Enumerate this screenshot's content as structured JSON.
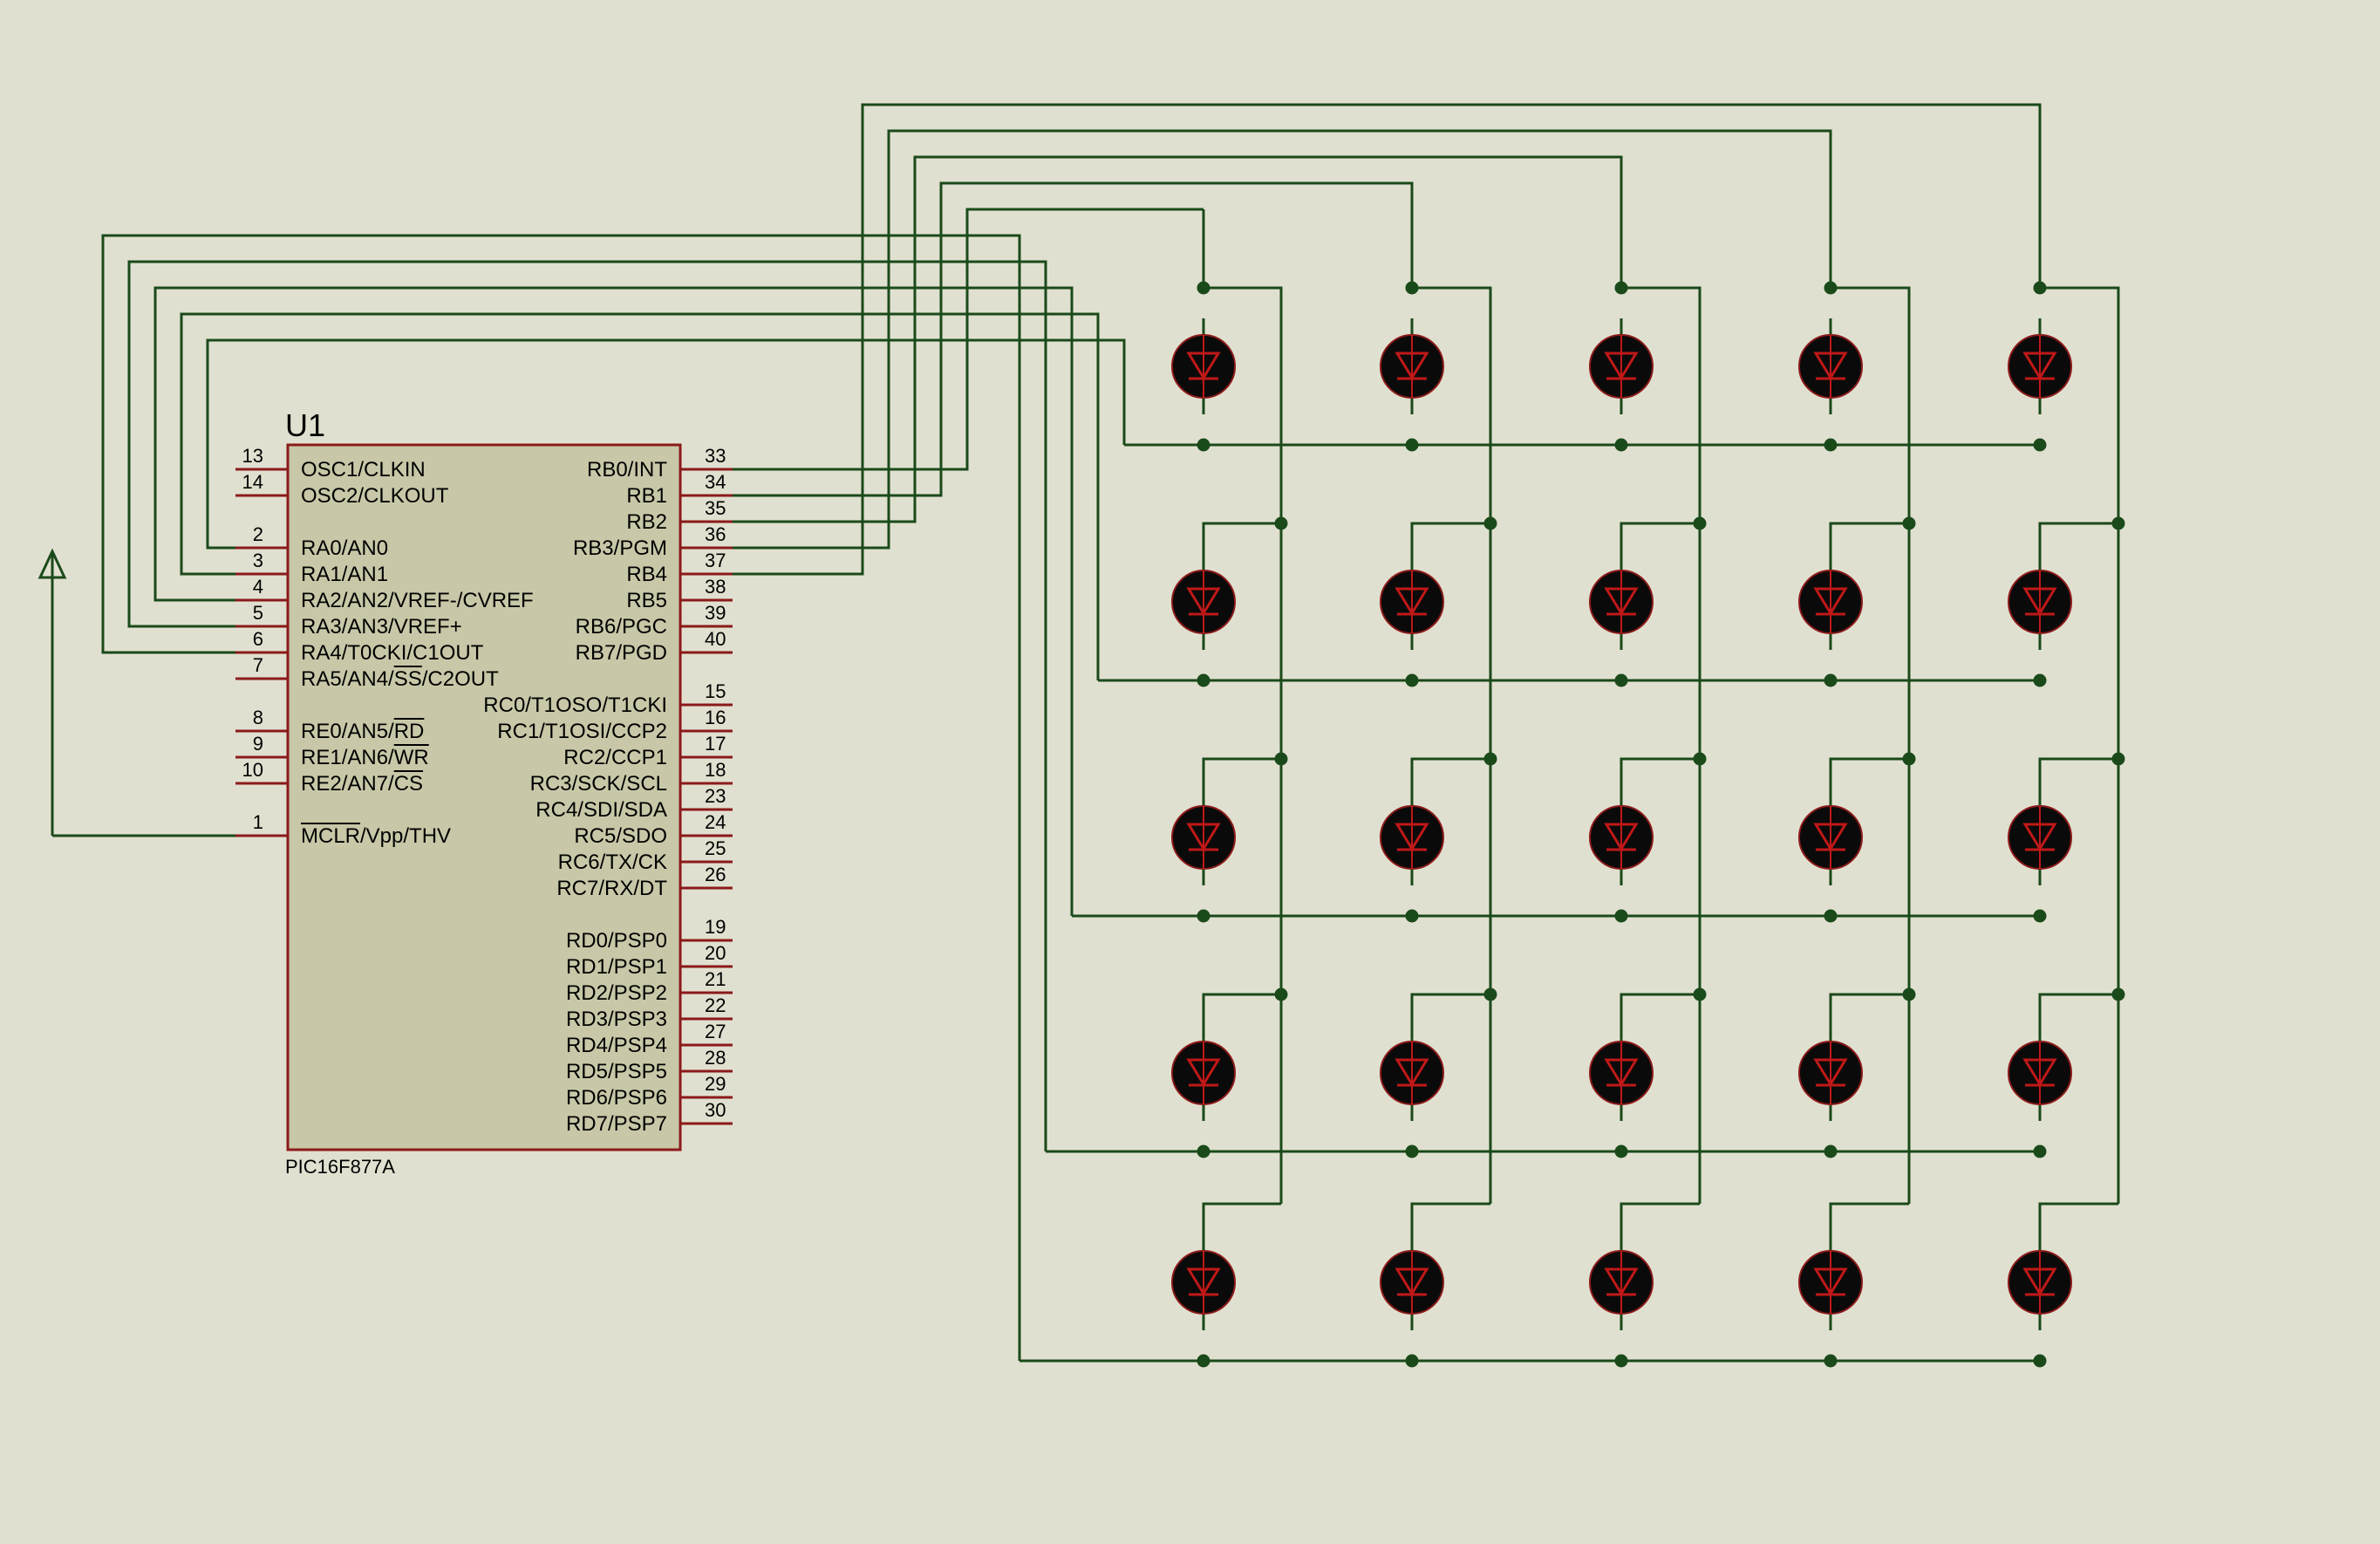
{
  "schematic": {
    "component_ref": "U1",
    "component_part": "PIC16F877A",
    "left_pins": [
      {
        "num": "13",
        "label": "OSC1/CLKIN"
      },
      {
        "num": "14",
        "label": "OSC2/CLKOUT"
      },
      {
        "num": "2",
        "label": "RA0/AN0"
      },
      {
        "num": "3",
        "label": "RA1/AN1"
      },
      {
        "num": "4",
        "label": "RA2/AN2/VREF-/CVREF"
      },
      {
        "num": "5",
        "label": "RA3/AN3/VREF+"
      },
      {
        "num": "6",
        "label": "RA4/T0CKI/C1OUT"
      },
      {
        "num": "7",
        "label": "RA5/AN4/SS/C2OUT"
      },
      {
        "num": "8",
        "label": "RE0/AN5/RD"
      },
      {
        "num": "9",
        "label": "RE1/AN6/WR"
      },
      {
        "num": "10",
        "label": "RE2/AN7/CS"
      },
      {
        "num": "1",
        "label": "MCLR/Vpp/THV"
      }
    ],
    "right_pins": [
      {
        "num": "33",
        "label": "RB0/INT"
      },
      {
        "num": "34",
        "label": "RB1"
      },
      {
        "num": "35",
        "label": "RB2"
      },
      {
        "num": "36",
        "label": "RB3/PGM"
      },
      {
        "num": "37",
        "label": "RB4"
      },
      {
        "num": "38",
        "label": "RB5"
      },
      {
        "num": "39",
        "label": "RB6/PGC"
      },
      {
        "num": "40",
        "label": "RB7/PGD"
      },
      {
        "num": "15",
        "label": "RC0/T1OSO/T1CKI"
      },
      {
        "num": "16",
        "label": "RC1/T1OSI/CCP2"
      },
      {
        "num": "17",
        "label": "RC2/CCP1"
      },
      {
        "num": "18",
        "label": "RC3/SCK/SCL"
      },
      {
        "num": "23",
        "label": "RC4/SDI/SDA"
      },
      {
        "num": "24",
        "label": "RC5/SDO"
      },
      {
        "num": "25",
        "label": "RC6/TX/CK"
      },
      {
        "num": "26",
        "label": "RC7/RX/DT"
      },
      {
        "num": "19",
        "label": "RD0/PSP0"
      },
      {
        "num": "20",
        "label": "RD1/PSP1"
      },
      {
        "num": "21",
        "label": "RD2/PSP2"
      },
      {
        "num": "22",
        "label": "RD3/PSP3"
      },
      {
        "num": "27",
        "label": "RD4/PSP4"
      },
      {
        "num": "28",
        "label": "RD5/PSP5"
      },
      {
        "num": "29",
        "label": "RD6/PSP6"
      },
      {
        "num": "30",
        "label": "RD7/PSP7"
      }
    ],
    "led_matrix": {
      "rows": 5,
      "cols": 5
    },
    "colors": {
      "background": "#e0e0d0",
      "wire": "#1a4a1a",
      "chip_body": "#c8c8a8",
      "chip_border": "#8b1a1a",
      "pin": "#8b1a1a",
      "led_body": "#0a0a0a",
      "led_symbol": "#c01818"
    }
  }
}
